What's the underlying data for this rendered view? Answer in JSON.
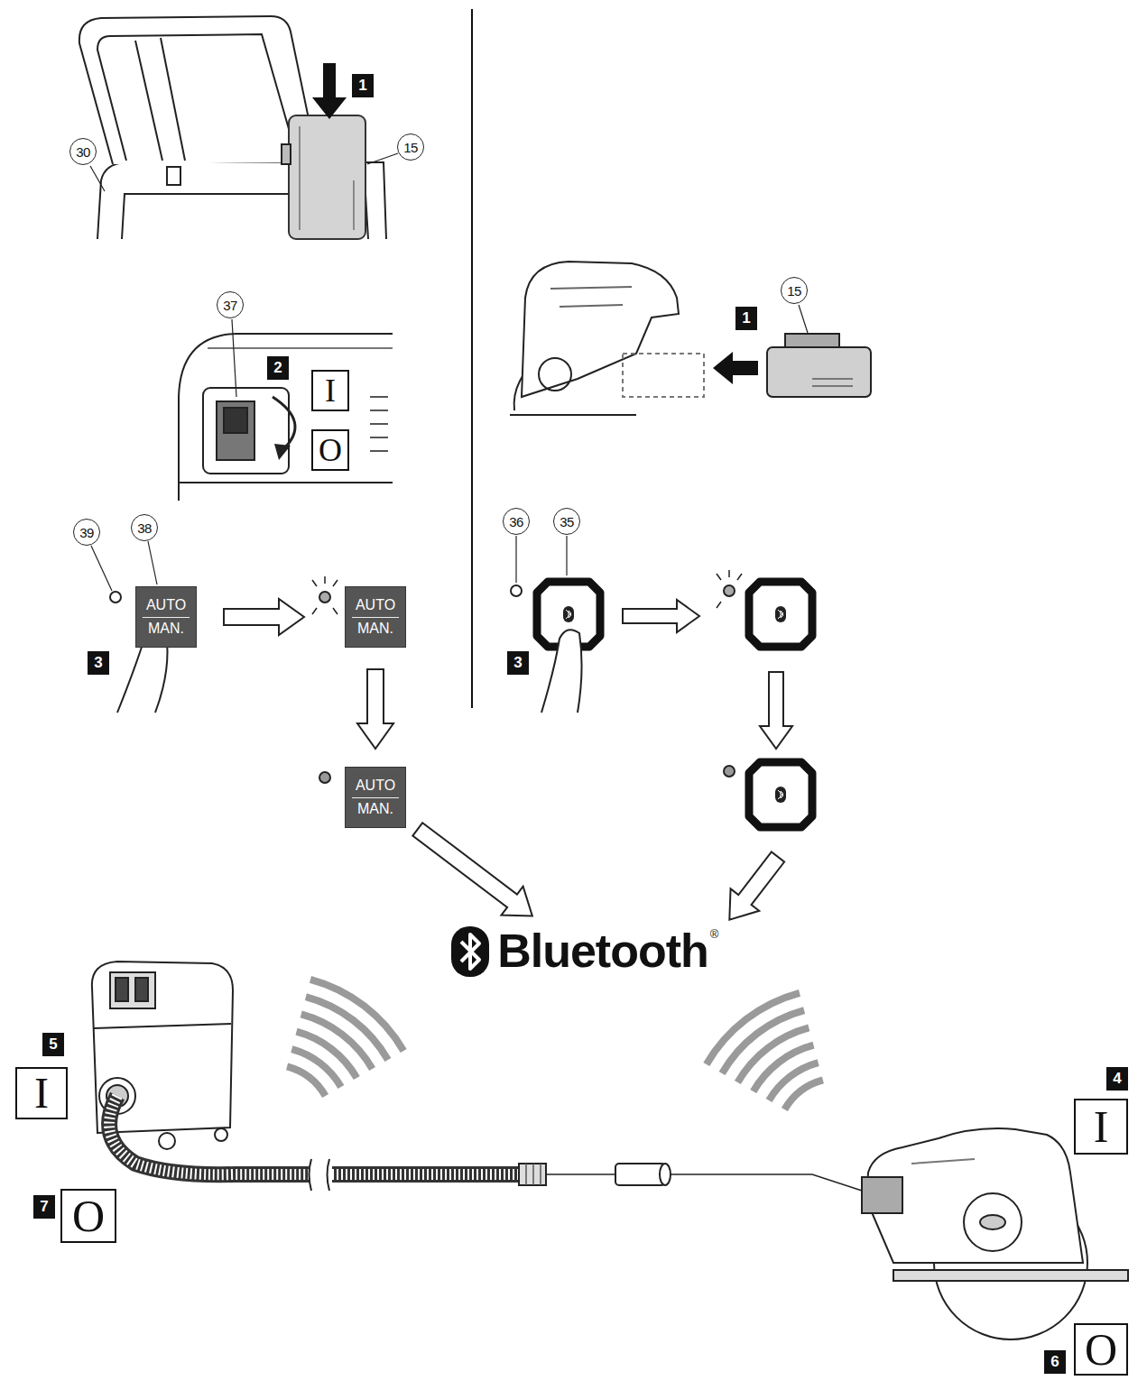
{
  "diagram": {
    "nodes": [
      {
        "text": [
          "AUTO",
          "MAN."
        ]
      },
      {
        "text": [
          "AUTO",
          "MAN."
        ]
      },
      {
        "text": [
          "AUTO",
          "MAN."
        ]
      },
      {
        "text": [
          "Bluetooth"
        ]
      }
    ],
    "edges": [
      {
        "from": 0,
        "to": 1,
        "arrow": "to"
      },
      {
        "from": 1,
        "to": 2,
        "arrow": "to"
      },
      {
        "from": 2,
        "to": 3,
        "arrow": "to"
      }
    ],
    "labels": [
      "1",
      "30",
      "15",
      "37",
      "2",
      "I",
      "O",
      "39",
      "38",
      "3",
      "1",
      "15",
      "36",
      "35",
      "3",
      "5",
      "I",
      "7",
      "O",
      "4",
      "I",
      "6",
      "O",
      "®"
    ]
  }
}
